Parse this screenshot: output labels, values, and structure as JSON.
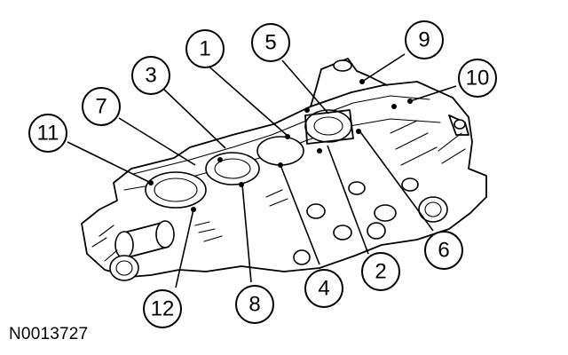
{
  "figure_id": "N0013727",
  "callouts": [
    "1",
    "2",
    "3",
    "4",
    "5",
    "6",
    "7",
    "8",
    "9",
    "10",
    "11",
    "12"
  ],
  "colors": {
    "ink": "#000000",
    "paper": "#ffffff"
  }
}
